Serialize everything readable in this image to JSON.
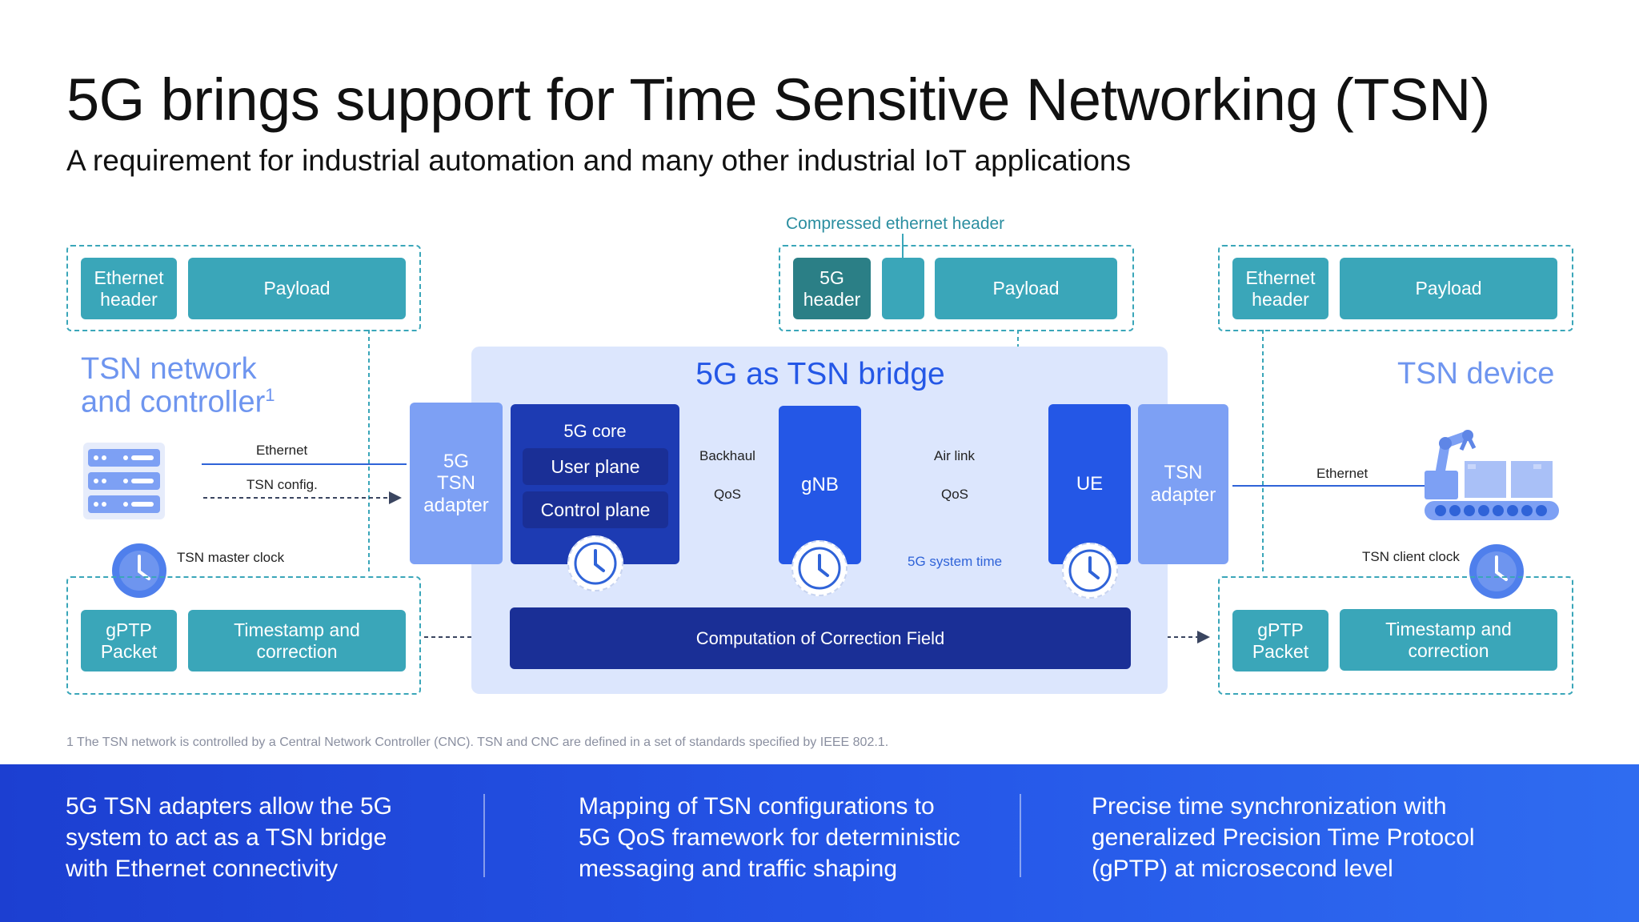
{
  "title": "5G brings support for Time Sensitive Networking (TSN)",
  "subtitle": "A requirement for industrial automation and many other industrial IoT applications",
  "packet_left": {
    "header": "Ethernet\nheader",
    "payload": "Payload"
  },
  "packet_middle": {
    "caption": "Compressed ethernet header",
    "header": "5G\nheader",
    "payload": "Payload"
  },
  "packet_right": {
    "header": "Ethernet\nheader",
    "payload": "Payload"
  },
  "tsn_network": {
    "label": "TSN network\nand controller",
    "sup": "1"
  },
  "bridge": {
    "title": "5G as TSN bridge"
  },
  "tsn_device": {
    "label": "TSN device"
  },
  "adapter_left": "5G\nTSN\nadapter",
  "core": {
    "title": "5G core",
    "user_plane": "User plane",
    "control_plane": "Control plane"
  },
  "gnb": "gNB",
  "ue": "UE",
  "adapter_right": "TSN\nadapter",
  "links": {
    "ethernet_left": "Ethernet",
    "tsn_config": "TSN config.",
    "backhaul": "Backhaul",
    "qos_1": "QoS",
    "airlink": "Air link",
    "qos_2": "QoS",
    "ethernet_right": "Ethernet",
    "system_time": "5G system time"
  },
  "clocks": {
    "master": "TSN master clock",
    "client": "TSN client clock"
  },
  "gptp_left": {
    "packet": "gPTP\nPacket",
    "timestamp": "Timestamp and\ncorrection"
  },
  "gptp_right": {
    "packet": "gPTP\nPacket",
    "timestamp": "Timestamp and\ncorrection"
  },
  "correction": "Computation of Correction Field",
  "footnote": "1 The TSN network is controlled by a Central Network Controller (CNC). TSN and CNC are defined in a set of standards specified by IEEE 802.1.",
  "footer": [
    "5G TSN adapters allow the 5G\nsystem to act as a TSN bridge\nwith Ethernet connectivity",
    "Mapping of TSN configurations to\n5G QoS framework for deterministic\nmessaging and traffic shaping",
    "Precise time synchronization with\ngeneralized Precision Time Protocol\n(gPTP) at microsecond level"
  ],
  "colors": {
    "teal": "#3aa6b9",
    "bridge_bg": "#dce6fd",
    "blue": "#2457e6",
    "navy": "#1d3bb3",
    "light_blue": "#7da0f4"
  }
}
